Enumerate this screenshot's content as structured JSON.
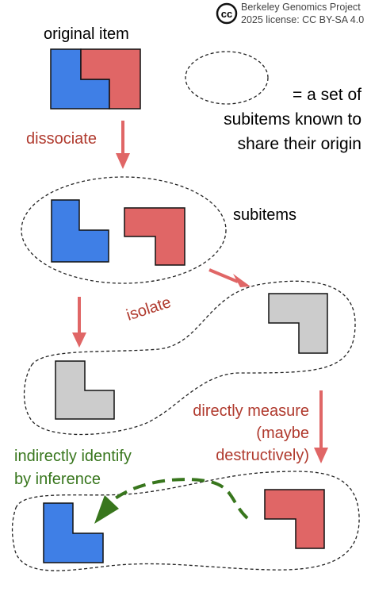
{
  "credit": {
    "icon": "cc-icon",
    "line1": "Berkeley Genomics Project",
    "line2": "2025 license: CC BY-SA 4.0",
    "badge": "cc"
  },
  "labels": {
    "original_item": "original item",
    "legend_line1": "= a set of",
    "legend_line2": "subitems known to",
    "legend_line3": "share their origin",
    "dissociate": "dissociate",
    "subitems": "subitems",
    "isolate": "isolate",
    "measure_line1": "directly measure",
    "measure_line2": "(maybe",
    "measure_line3": "destructively)",
    "infer_line1": "indirectly identify",
    "infer_line2": "by inference"
  },
  "colors": {
    "blue": "#3f7fe6",
    "red": "#e06666",
    "gray": "#cccccc",
    "arrow_red": "#e06666",
    "text_red": "#b03a2e",
    "text_green": "#38761d"
  }
}
